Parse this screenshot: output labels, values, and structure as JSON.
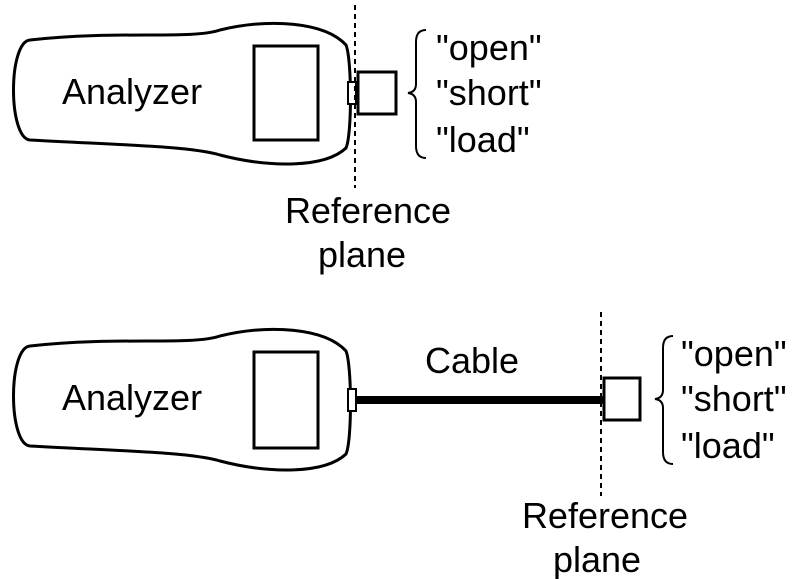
{
  "diagrams": [
    {
      "analyzer_label": "Analyzer",
      "cable_label": "",
      "reference_plane": [
        "Reference",
        "plane"
      ],
      "standards": [
        "\"open\"",
        "\"short\"",
        "\"load\""
      ]
    },
    {
      "analyzer_label": "Analyzer",
      "cable_label": "Cable",
      "reference_plane": [
        "Reference",
        "plane"
      ],
      "standards": [
        "\"open\"",
        "\"short\"",
        "\"load\""
      ]
    }
  ]
}
